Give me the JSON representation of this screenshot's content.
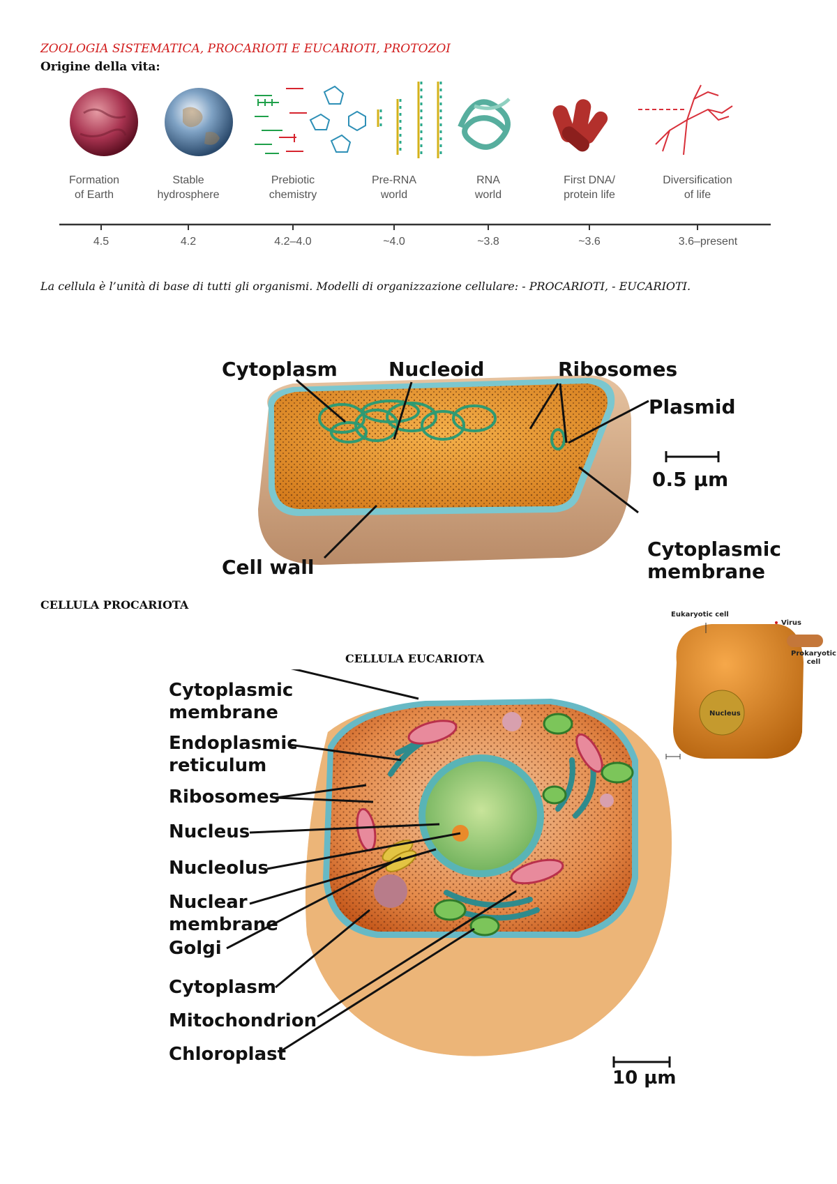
{
  "header": {
    "title": "ZOOLOGIA SISTEMATICA, PROCARIOTI E EUCARIOTI, PROTOZOI",
    "subtitle": "Origine della vita:"
  },
  "timeline": {
    "stages": [
      {
        "line1": "Formation",
        "line2": "of Earth",
        "value": "4.5",
        "icon": "earth-early-icon"
      },
      {
        "line1": "Stable",
        "line2": "hydrosphere",
        "value": "4.2",
        "icon": "earth-blue-icon"
      },
      {
        "line1": "Prebiotic",
        "line2": "chemistry",
        "value": "4.2–4.0",
        "icon": "molecules-icon"
      },
      {
        "line1": "Pre-RNA",
        "line2": "world",
        "value": "~4.0",
        "icon": "pre-rna-strands-icon"
      },
      {
        "line1": "RNA",
        "line2": "world",
        "value": "~3.8",
        "icon": "rna-ribbon-icon"
      },
      {
        "line1": "First DNA/",
        "line2": "protein life",
        "value": "~3.6",
        "icon": "bacteria-icon"
      },
      {
        "line1": "Diversification",
        "line2": "of life",
        "value": "3.6–present",
        "icon": "tree-of-life-icon"
      }
    ]
  },
  "intro_text": "La cellula è l’unità di base di tutti gli organismi. Modelli di organizzazione cellulare: - PROCARIOTI, - EUCARIOTI.",
  "prokaryote": {
    "labels": {
      "cytoplasm": "Cytoplasm",
      "nucleoid": "Nucleoid",
      "ribosomes": "Ribosomes",
      "plasmid": "Plasmid",
      "scale": "0.5 µm",
      "cell_wall": "Cell wall",
      "cytoplasmic_membrane_1": "Cytoplasmic",
      "cytoplasmic_membrane_2": "membrane"
    },
    "caption": "CELLULA PROCARIOTA"
  },
  "eukaryote": {
    "caption": "CELLULA EUCARIOTA",
    "labels": {
      "cytoplasmic_membrane_1": "Cytoplasmic",
      "cytoplasmic_membrane_2": "membrane",
      "er_1": "Endoplasmic",
      "er_2": "reticulum",
      "ribosomes": "Ribosomes",
      "nucleus": "Nucleus",
      "nucleolus": "Nucleolus",
      "nuclear_membrane_1": "Nuclear",
      "nuclear_membrane_2": "membrane",
      "golgi": "Golgi",
      "cytoplasm": "Cytoplasm",
      "mitochondrion": "Mitochondrion",
      "chloroplast": "Chloroplast",
      "scale": "10 µm"
    }
  },
  "size_comparison": {
    "eukaryotic_cell": "Eukaryotic cell",
    "virus": "Virus",
    "prokaryotic_1": "Prokaryotic",
    "prokaryotic_2": "cell",
    "nucleus": "Nucleus"
  }
}
